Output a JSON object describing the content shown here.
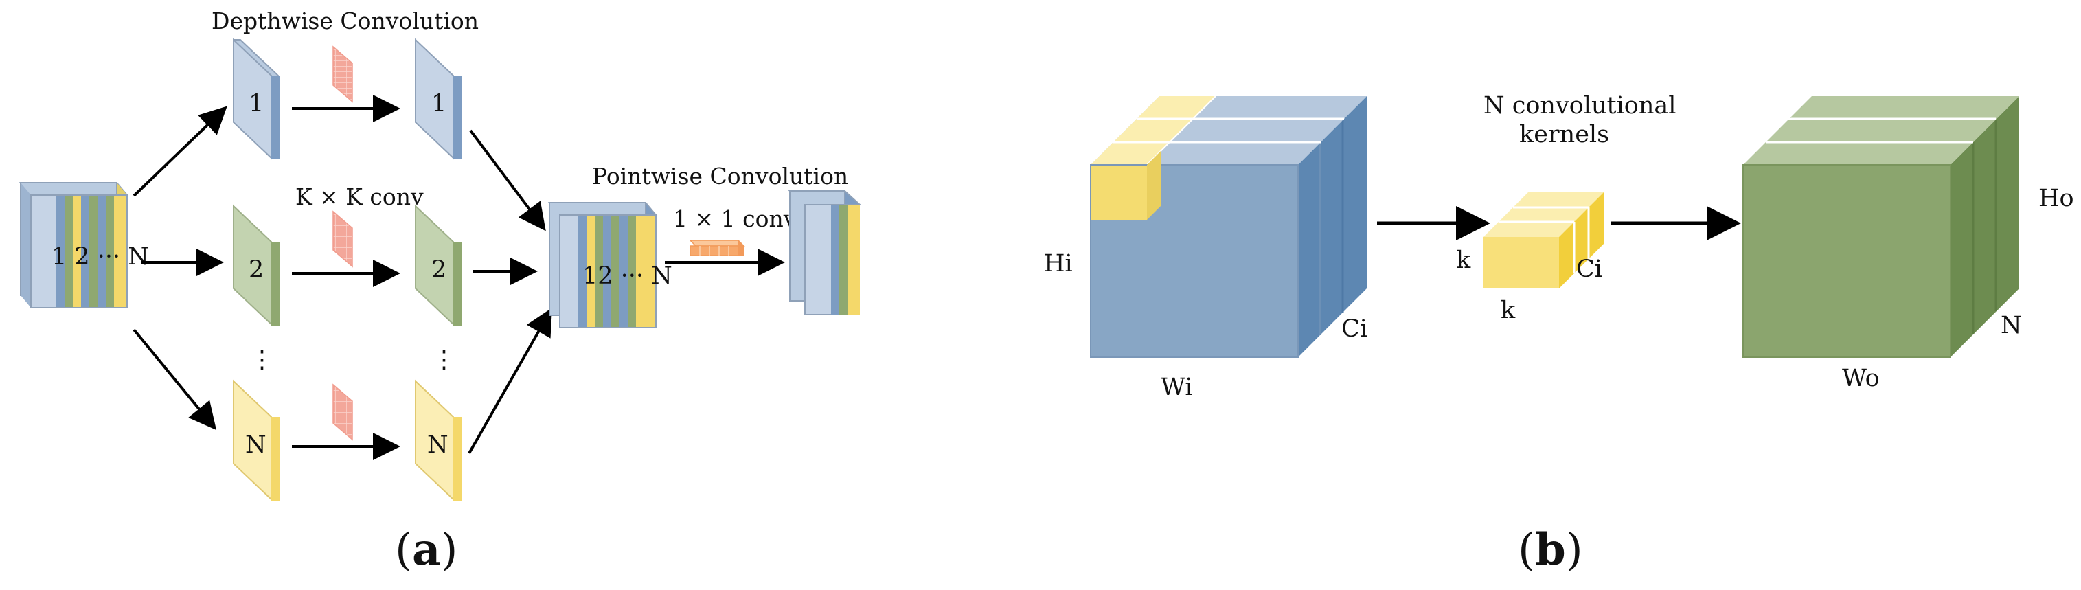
{
  "panel_a": {
    "depthwise_title": "Depthwise Convolution",
    "pointwise_title": "Pointwise Convolution",
    "kxk_label": "K × K conv",
    "one_by_one_label": "1 × 1 conv",
    "input_label": "1 2 ··· N",
    "merge_label": "12 ··· N",
    "channel_1": "1",
    "channel_2": "2",
    "channel_n": "N",
    "vdots": "⋮",
    "caption_open": "(",
    "caption_letter": "a",
    "caption_close": ")"
  },
  "panel_b": {
    "hi": "Hi",
    "wi": "Wi",
    "ci": "Ci",
    "kernels_line1": "N convolutional",
    "kernels_line2": "kernels",
    "k1": "k",
    "k2": "k",
    "kernel_ci": "Ci",
    "ho": "Ho",
    "wo": "Wo",
    "n": "N",
    "caption_open": "(",
    "caption_letter": "b",
    "caption_close": ")"
  },
  "colors": {
    "blue": "#7d9cc2",
    "blue_light": "#b9cbe0",
    "green": "#8fa870",
    "green_light": "#c3d3b0",
    "yellow": "#f4d86a",
    "yellow_light": "#fbeeb5",
    "kernel_red": "#f3a79a",
    "kernel_orange": "#f7a86b"
  }
}
